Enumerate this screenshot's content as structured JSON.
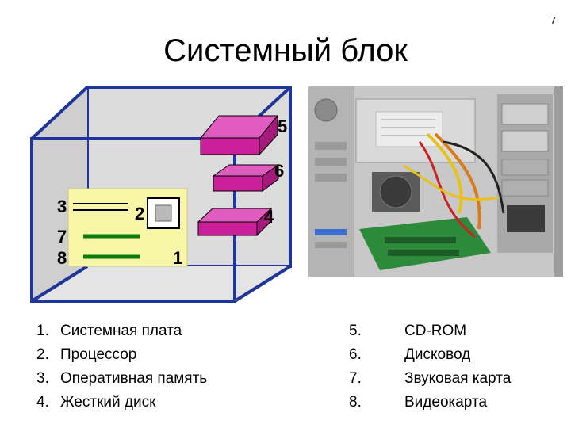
{
  "page_number": "7",
  "title": "Системный блок",
  "diagram_labels": {
    "board": "1",
    "cpu": "2",
    "ram": "3",
    "hdd": "4",
    "cdrom": "5",
    "floppy": "6",
    "sound": "7",
    "video": "8"
  },
  "legend_left": [
    {
      "num": "1.",
      "text": "Системная плата"
    },
    {
      "num": "2.",
      "text": "Процессор"
    },
    {
      "num": "3.",
      "text": "Оперативная память"
    },
    {
      "num": "4.",
      "text": "Жесткий диск"
    }
  ],
  "legend_right": [
    {
      "num": "5.",
      "text": "CD-ROM"
    },
    {
      "num": "6.",
      "text": "Дисковод"
    },
    {
      "num": "7.",
      "text": "Звуковая карта"
    },
    {
      "num": "8.",
      "text": "Видеокарта"
    }
  ],
  "colors": {
    "case_edge": "#1f3599",
    "case_fill": "#dcdcdc",
    "board": "#f7f5a6",
    "drive": "#cc1f9a",
    "card": "#0f7a0f"
  }
}
